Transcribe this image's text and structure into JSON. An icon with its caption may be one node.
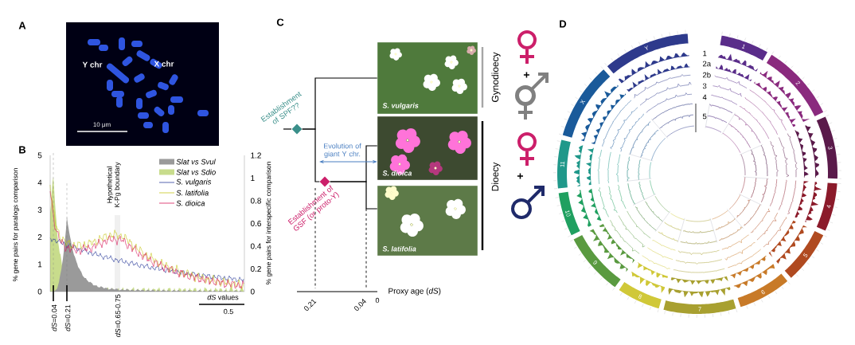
{
  "diagram": {
    "nodes": [
      {
        "text": [
          "S. vulgaris"
        ]
      },
      {
        "text": [
          "S. dioica"
        ]
      },
      {
        "text": [
          "S. latifolia"
        ]
      },
      {
        "text": [],
        "shape": "diamond",
        "beside": [
          "Establishment of SPF??"
        ]
      },
      {
        "text": [],
        "shape": "diamond",
        "beside": [
          "Establishment of GSF (or proto-Y)"
        ]
      }
    ],
    "edges": [
      {
        "from": 3,
        "to": 0,
        "arrow": "none"
      },
      {
        "from": 3,
        "to": 4,
        "arrow": "none"
      },
      {
        "from": 4,
        "to": 1,
        "arrow": "none"
      },
      {
        "from": 4,
        "to": 2,
        "arrow": "none"
      },
      {
        "from": null,
        "to": 1,
        "arrow": "both",
        "label": "Evolution of giant Y chr.",
        "color": "#4a7fc1"
      }
    ],
    "labels": [
      "A",
      "Y chr",
      "X chr",
      "10 μm",
      "B",
      "% gene pairs for paralogs comparison",
      "5",
      "4",
      "3",
      "2",
      "1",
      "0",
      "Hypothetical K-Pg boundary",
      "1.2",
      "1",
      "0.8",
      "0.6",
      "0.4",
      "0.2",
      "0",
      "% gene pairs for interspecific comparison",
      "*dS* values",
      "0.5",
      "*dS*=0.04",
      "*dS*=0.21",
      "*dS*=0.65-0.75",
      "C",
      "Gynodioecy",
      "Dioecy",
      "+",
      "+",
      "Proxy age (*dS*)",
      "0.21",
      "0.04",
      "0",
      "D",
      "1",
      "2a",
      "2b",
      "3",
      "4",
      "5",
      "Y",
      "1",
      "2",
      "3",
      "4",
      "5",
      "6",
      "7",
      "8",
      "9",
      "10",
      "11",
      "X"
    ],
    "legend": [
      {
        "text": "Slat vs Svul",
        "color": "#9a9a9a"
      },
      {
        "text": "Slat vs Sdio",
        "color": "#c8dc8c"
      },
      {
        "text": "S. vulgaris"
      },
      {
        "text": "S. latifolia"
      },
      {
        "text": "S. dioica"
      }
    ]
  }
}
